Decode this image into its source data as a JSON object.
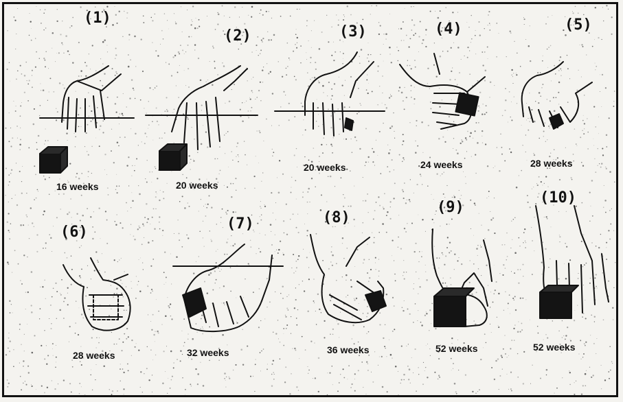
{
  "panels": [
    {
      "number": "(1)",
      "caption": "16 weeks"
    },
    {
      "number": "(2)",
      "caption": "20 weeks"
    },
    {
      "number": "(3)",
      "caption": "20 weeks"
    },
    {
      "number": "(4)",
      "caption": "24 weeks"
    },
    {
      "number": "(5)",
      "caption": "28 weeks"
    },
    {
      "number": "(6)",
      "caption": "28 weeks"
    },
    {
      "number": "(7)",
      "caption": "32 weeks"
    },
    {
      "number": "(8)",
      "caption": "36 weeks"
    },
    {
      "number": "(9)",
      "caption": "52 weeks"
    },
    {
      "number": "(10)",
      "caption": "52 weeks"
    }
  ],
  "colors": {
    "ink": "#111111",
    "paper": "#f4f3ef",
    "cube": "#141414"
  },
  "icons": [
    "hand-icon",
    "cube-icon",
    "table-line"
  ]
}
